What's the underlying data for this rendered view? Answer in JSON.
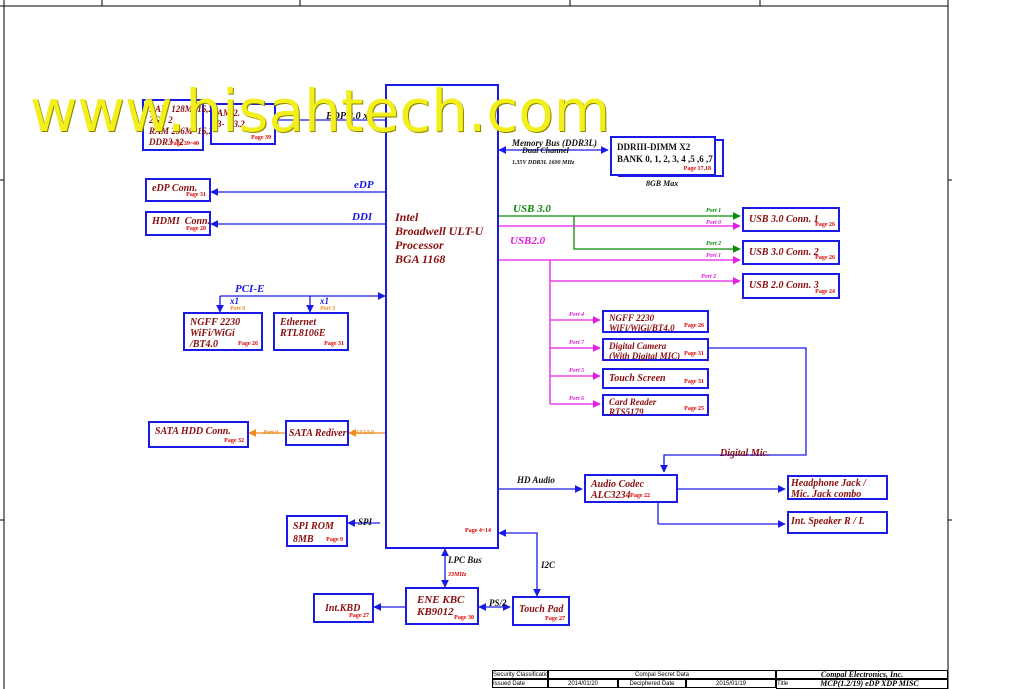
{
  "watermark": "www.hisahtech.com",
  "cpu": {
    "label": "Intel\nBroadwell ULT-U\nProcessor\nBGA 1168",
    "page": "Page 4~14"
  },
  "blocks": {
    "ram_top": {
      "label": "RAM 128M*16,2\n2GB 2\nRAM 256M*16,2\nDDR3 *2",
      "page": "Page 39~40"
    },
    "ram_top_mid": {
      "label": "AM 2.\n3-  23.2",
      "page": "Page 39"
    },
    "edp_conn": {
      "label": "eDP Conn.",
      "page": "Page 31"
    },
    "hdmi_conn": {
      "label": "HDMI  Conn.",
      "page": "Page 20"
    },
    "ngff_wifi": {
      "label": "NGFF 2230\nWiFi/WiGi\n/BT4.0",
      "page": "Page 26"
    },
    "ethernet": {
      "label": "Ethernet\nRTL8106E",
      "page": "Page 31"
    },
    "sata_hdd": {
      "label": "SATA HDD Conn.",
      "page": "Page 32"
    },
    "sata_rediver": {
      "label": "SATA Rediver",
      "page": ""
    },
    "spi_rom": {
      "label": "SPI ROM\n8MB",
      "page": "Page 9"
    },
    "int_kbd": {
      "label": "Int.KBD",
      "page": "Page 27"
    },
    "kbc": {
      "label": "ENE KBC\nKB9012",
      "page": "Page 30"
    },
    "touch_pad": {
      "label": "Touch Pad",
      "page": "Page 27"
    },
    "ddr_dimm": {
      "label": "DDRIII-DIMM X2\nBANK 0, 1, 2, 3, 4 ,5 ,6 ,7",
      "page": "Page 17,18"
    },
    "usb30_1": {
      "label": "USB 3.0 Conn. 1",
      "page": "Page 26"
    },
    "usb30_2": {
      "label": "USB 3.0 Conn. 2",
      "page": "Page 26"
    },
    "usb20_3": {
      "label": "USB 2.0 Conn. 3",
      "page": "Page 24"
    },
    "ngff_usb": {
      "label": "NGFF 2230\nWiFi/WiGi/BT4.0",
      "page": "Page 26"
    },
    "camera": {
      "label": "Digital Camera\n(With Digital MIC)",
      "page": "Page 31"
    },
    "touch_screen": {
      "label": "Touch Screen",
      "page": "Page 31"
    },
    "card_reader": {
      "label": "Card Reader\nRTS5179",
      "page": "Page 25"
    },
    "audio_codec": {
      "label": "Audio Codec\nALC3234",
      "page": "Page 22"
    },
    "headphone": {
      "label": "Headphone Jack /\nMic. Jack combo",
      "page": ""
    },
    "speaker": {
      "label": "Int. Speaker R / L",
      "page": ""
    }
  },
  "buses": {
    "edp": "eDP",
    "ddi": "DDI",
    "pcie": "PCI-E",
    "x1_a": "x1",
    "x1_b": "x1",
    "usb30": "USB 3.0",
    "usb20": "USB2.0",
    "memory_bus": "Memory Bus (DDR3L)",
    "dual_channel": "Dual Channel",
    "ddr_speed": "1.35V DDR3L 1600 MHz",
    "max_mem": "8GB Max",
    "hd_audio": "HD Audio",
    "digital_mic": "Digital Mic.",
    "spi": "SPI",
    "lpc_bus": "LPC Bus",
    "lpc_freq": "33MHz",
    "i2c": "I2C",
    "ps2": "PS/2",
    "sata30": "SATA3.0",
    "edp_top": "EDP 2.0 x4",
    "port0_sata": "Port 0"
  },
  "ports": {
    "u30_1": "Port 1",
    "u20_1": "Port 0",
    "u30_2": "Port 2",
    "u20_2": "Port 1",
    "u20_3": "Port 2",
    "ngff": "Port 4",
    "cam": "Port 7",
    "ts": "Port 5",
    "cr": "Port 6",
    "pcie_wifi": "Port 6",
    "pcie_eth": "Port 3"
  },
  "title_block": {
    "security_label": "Security Classification",
    "security_value": "Compal Secret Data",
    "issued_label": "Issued Date",
    "issued_value": "2014/01/20",
    "deciphered_label": "Deciphered Date",
    "deciphered_value": "2015/01/19",
    "company": "Compal Electronics, Inc.",
    "title_label": "Title",
    "title_value": "MCP(1.2/19) eDP XDP MISC"
  }
}
